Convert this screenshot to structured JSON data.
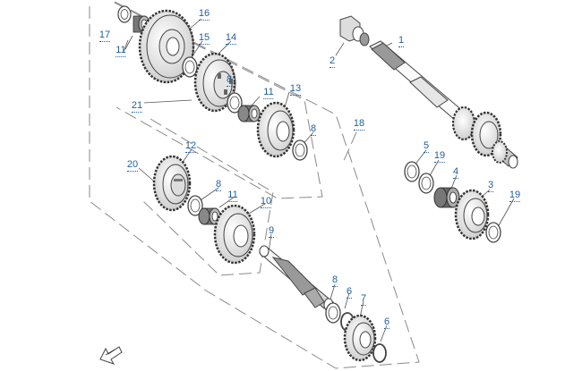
{
  "diagram": {
    "line_color": "#555555",
    "callout_color": "#1f5f9a",
    "callouts": [
      {
        "id": "c1",
        "text": "1"
      },
      {
        "id": "c2",
        "text": "2"
      },
      {
        "id": "c3",
        "text": "3"
      },
      {
        "id": "c4",
        "text": "4"
      },
      {
        "id": "c5",
        "text": "5"
      },
      {
        "id": "c6a",
        "text": "6"
      },
      {
        "id": "c6b",
        "text": "6"
      },
      {
        "id": "c7",
        "text": "7"
      },
      {
        "id": "c8a",
        "text": "8"
      },
      {
        "id": "c8b",
        "text": "8"
      },
      {
        "id": "c8c",
        "text": "8"
      },
      {
        "id": "c8d",
        "text": "8"
      },
      {
        "id": "c9",
        "text": "9"
      },
      {
        "id": "c10",
        "text": "10"
      },
      {
        "id": "c11a",
        "text": "11"
      },
      {
        "id": "c11b",
        "text": "11"
      },
      {
        "id": "c11c",
        "text": "11"
      },
      {
        "id": "c12",
        "text": "12"
      },
      {
        "id": "c13",
        "text": "13"
      },
      {
        "id": "c14",
        "text": "14"
      },
      {
        "id": "c15",
        "text": "15"
      },
      {
        "id": "c16",
        "text": "16"
      },
      {
        "id": "c17",
        "text": "17"
      },
      {
        "id": "c18",
        "text": "18"
      },
      {
        "id": "c19a",
        "text": "19"
      },
      {
        "id": "c19b",
        "text": "19"
      },
      {
        "id": "c20",
        "text": "20"
      },
      {
        "id": "c21",
        "text": "21"
      }
    ]
  }
}
